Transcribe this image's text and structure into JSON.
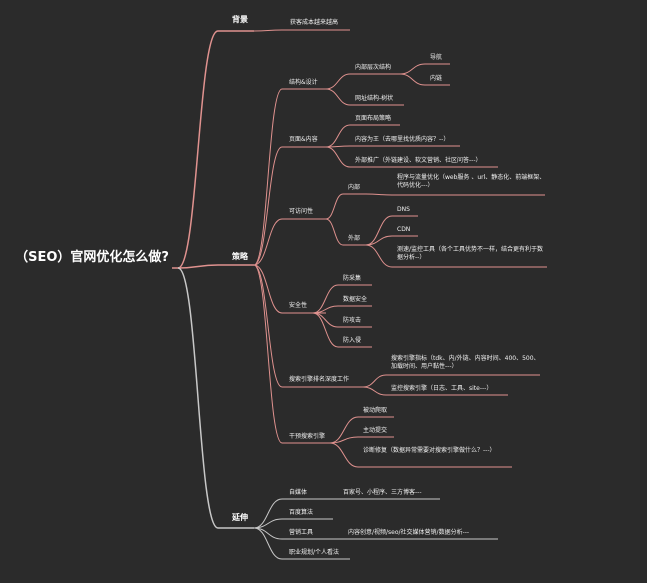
{
  "root": "（SEO）官网优化怎么做?",
  "colors": {
    "background": "#2b2b2b",
    "branch_pink": "#e0928f",
    "branch_gray": "#c8c8c8",
    "text": "#f2f2f2"
  },
  "nodes": {
    "beijing": "背景",
    "huoke": "获客成本越来越高",
    "celue": "策略",
    "jiegou": "结构&设计",
    "neibu_cengci": "内部层次结构",
    "daohang": "导航",
    "neilian": "内链",
    "wangzhi": "网址结构-树状",
    "yemian": "页面&内容",
    "buju": "页面布局策略",
    "neirong": "内容为王（去哪里找优质内容？--）",
    "waibu_tuiguang": "外部推广（外链建设、软文营销、社区问答---）",
    "kefangwen": "可访问性",
    "neibu": "内部",
    "chengxu": "程序与流量优化（web服务 、url、静态化、前端框架、代码优化---）",
    "waibu": "外部",
    "dns": "DNS",
    "cdn": "CDN",
    "celiang": "测速/监控工具（各个工具优势不一样，结合更有利于数据分析--）",
    "anquan": "安全性",
    "fangcaiji": "防采集",
    "shuju": "数据安全",
    "fanggongji": "防攻击",
    "fangruqin": "防入侵",
    "paiming": "搜索引擎排名深度工作",
    "zhibiao": "搜索引擎指标（tdk、内/外链、内容时间、400、500、加载时间、用户黏性---）",
    "jiankong": "监控搜索引擎（日志、工具、site---）",
    "ganyu": "干预搜索引擎",
    "beidong": "被动爬取",
    "zhudong": "主动提交",
    "zhenduan": "诊断修复（数据异常需要对搜索引擎做什么？---）",
    "yanshen": "延伸",
    "zimeiti": "自媒体",
    "baijia": "百家号、小程序、三方博客---",
    "baidu": "百度算法",
    "yingxiao": "营销工具",
    "neirong_chuangyi": "内容创意/视频/seo/社交媒体营销/数据分析---",
    "zhiye": "职业规划/个人看法"
  }
}
